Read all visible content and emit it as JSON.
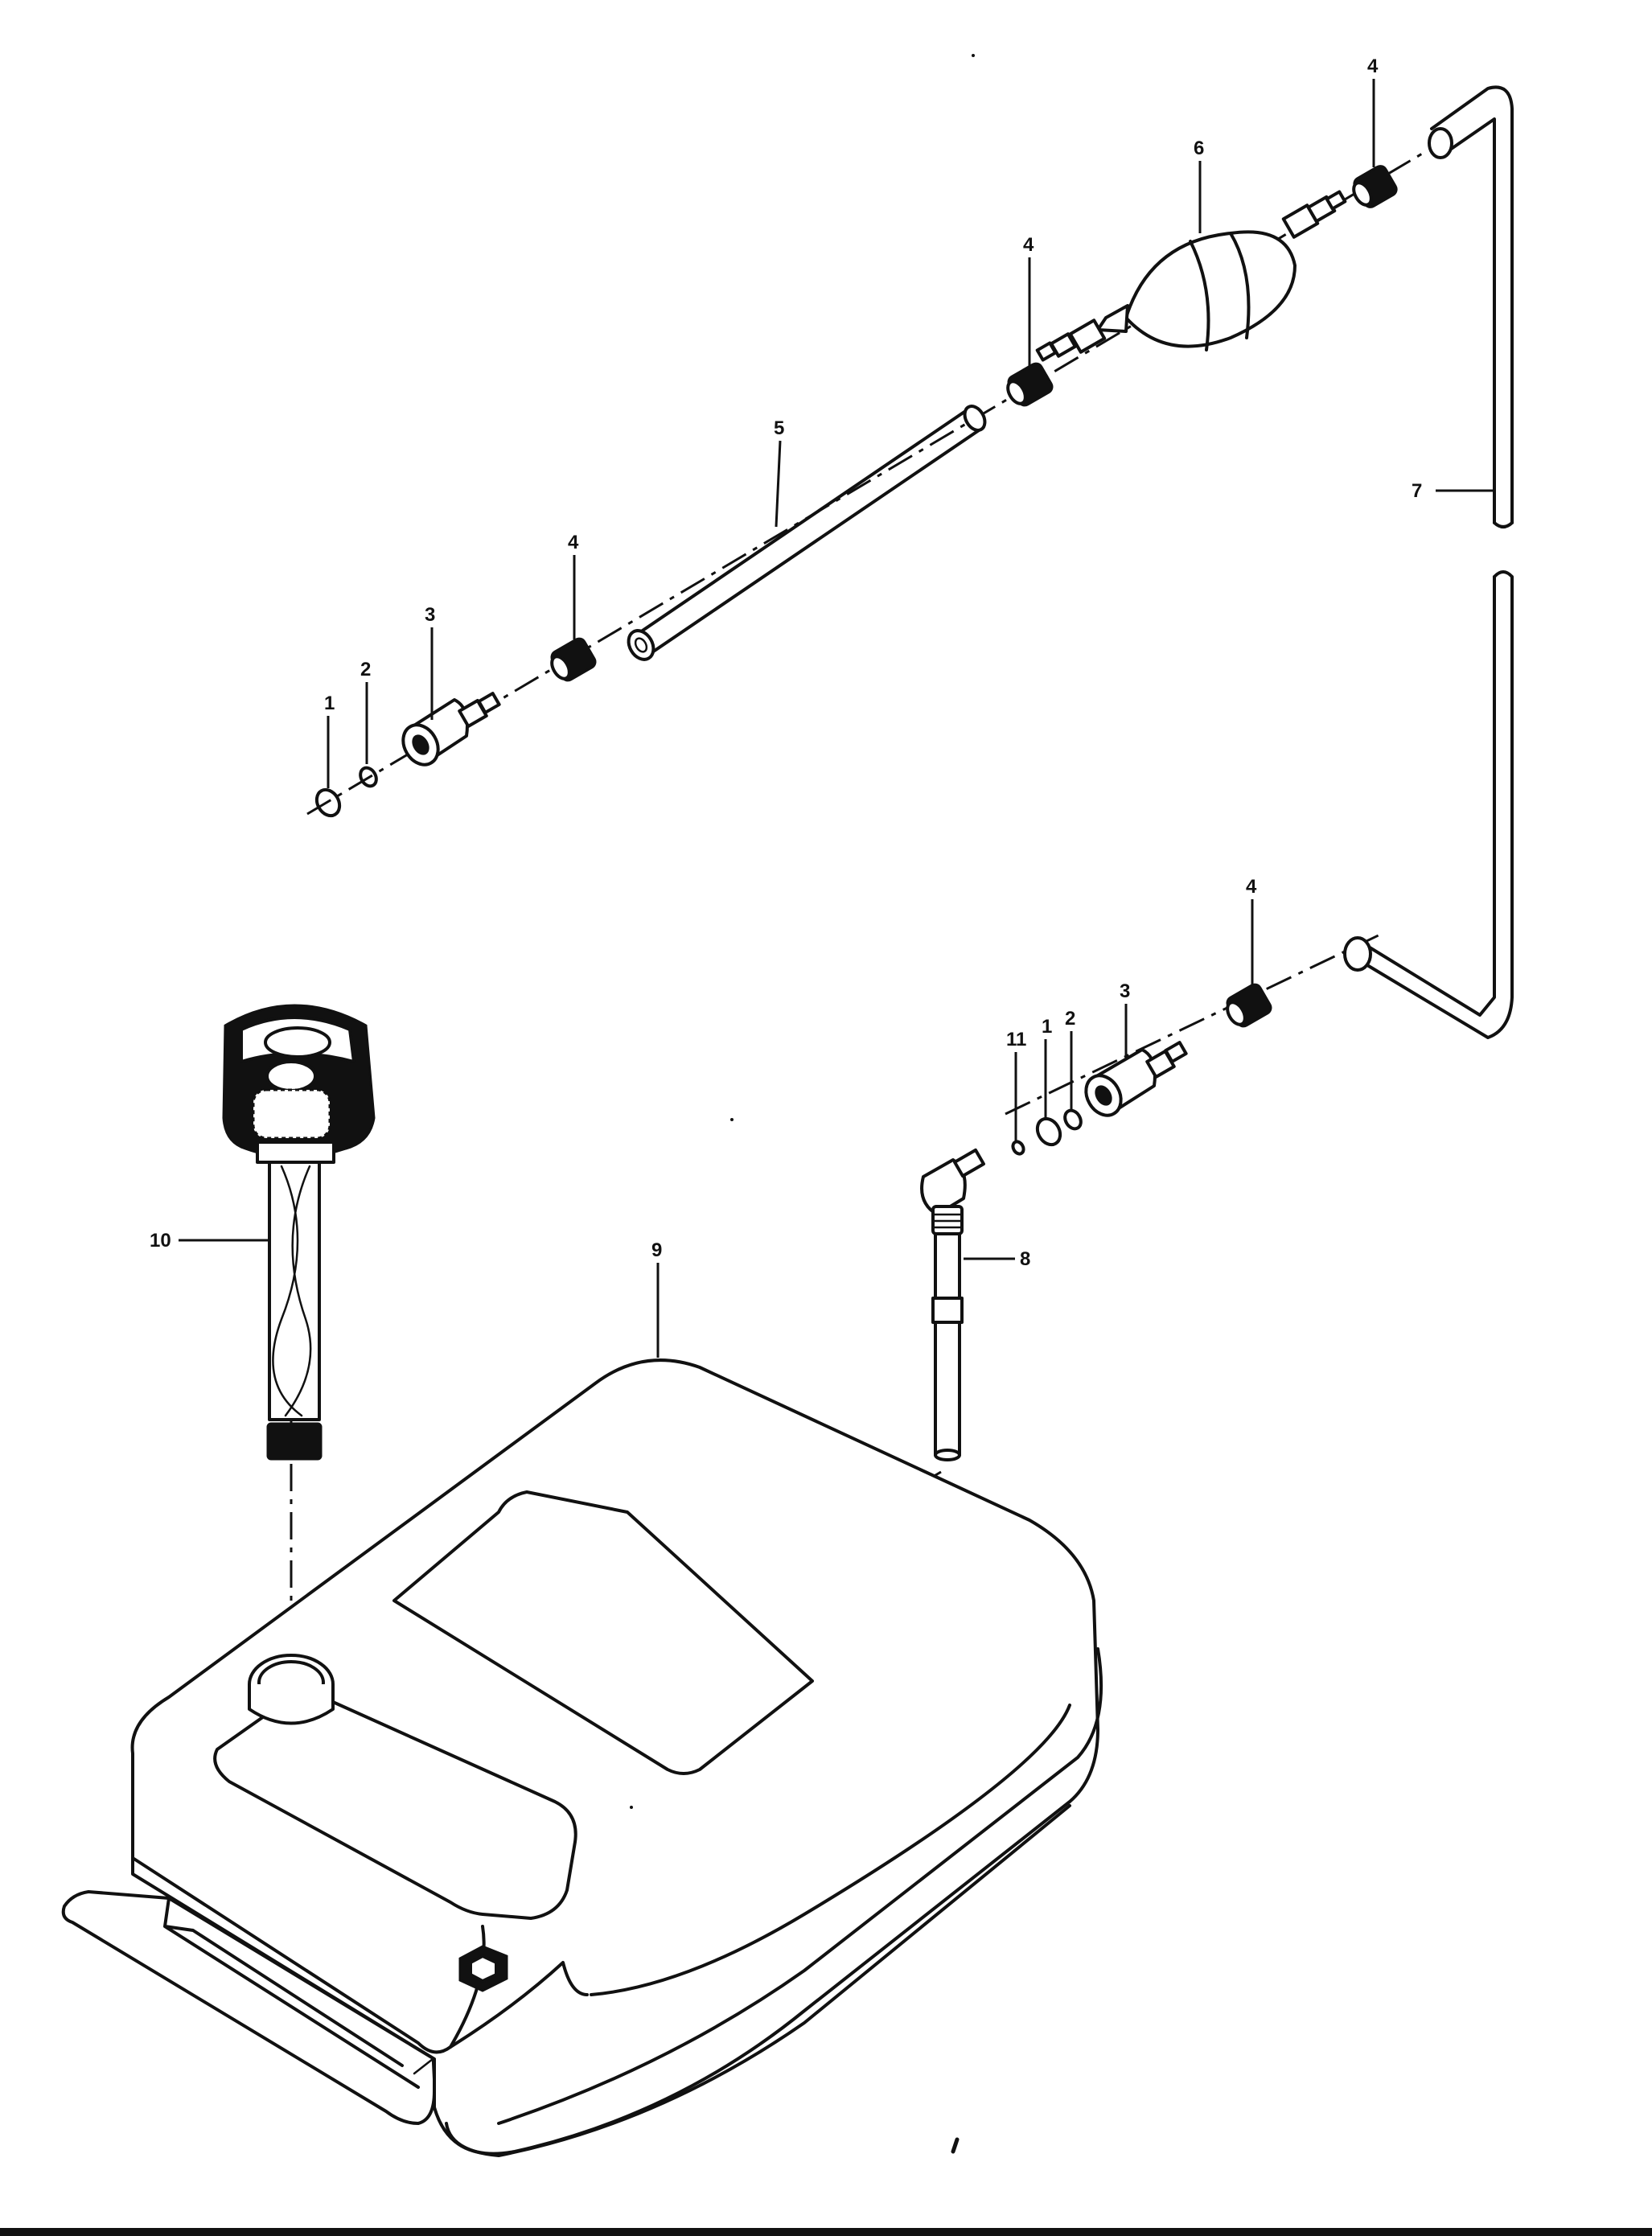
{
  "callouts": {
    "c1a": "1",
    "c2a": "2",
    "c3a": "3",
    "c4a": "4",
    "c5": "5",
    "c4b": "4",
    "c6": "6",
    "c4c": "4",
    "c7": "7",
    "c4d": "4",
    "c3b": "3",
    "c2b": "2",
    "c1b": "1",
    "c11": "11",
    "c8": "8",
    "c9": "9",
    "c10": "10"
  }
}
